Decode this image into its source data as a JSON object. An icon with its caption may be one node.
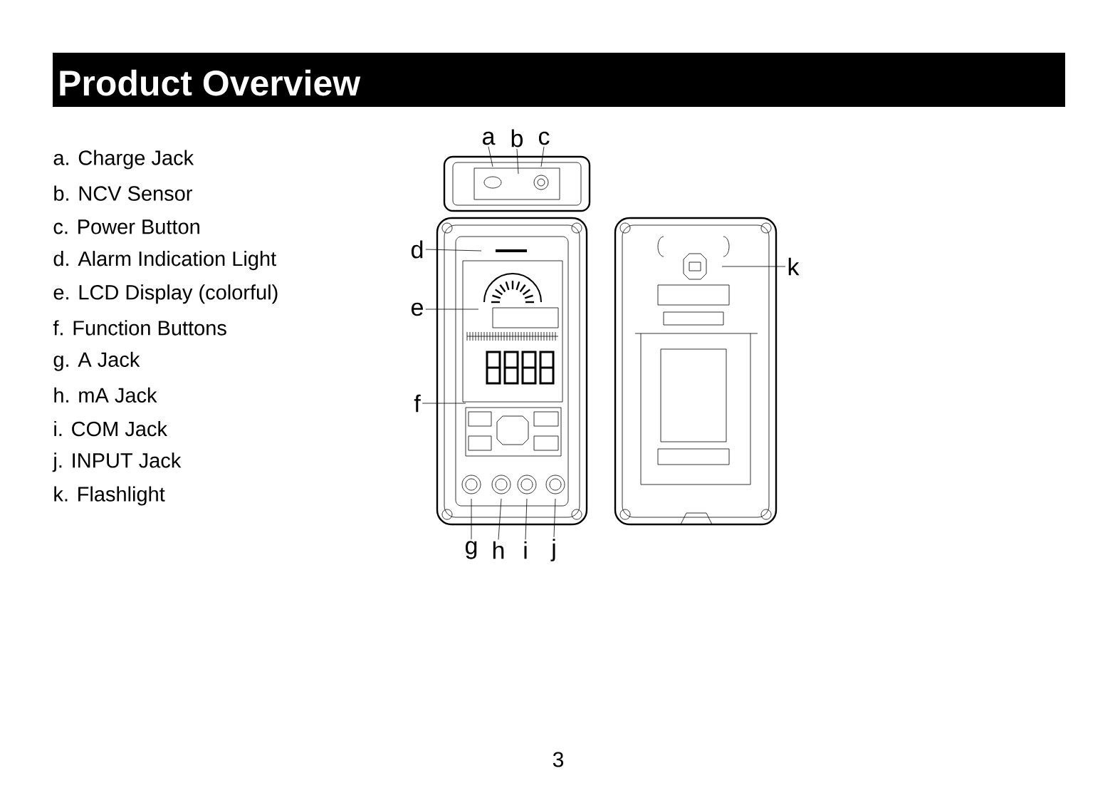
{
  "diagram": {
    "title": "Product Overview",
    "nodes": [
      {
        "text": [
          "a"
        ]
      },
      {
        "text": [
          "b"
        ]
      },
      {
        "text": [
          "c"
        ]
      },
      {
        "text": [
          "d"
        ]
      },
      {
        "text": [
          "e"
        ]
      },
      {
        "text": [
          "f"
        ]
      },
      {
        "text": [
          "g"
        ]
      },
      {
        "text": [
          "h"
        ]
      },
      {
        "text": [
          "i"
        ]
      },
      {
        "text": [
          "j"
        ]
      },
      {
        "text": [
          "k"
        ]
      }
    ],
    "edges": [
      {
        "from": 0,
        "to": null,
        "arrow": "none"
      },
      {
        "from": 1,
        "to": null,
        "arrow": "none"
      },
      {
        "from": 2,
        "to": null,
        "arrow": "none"
      },
      {
        "from": 3,
        "to": null,
        "arrow": "none"
      },
      {
        "from": 4,
        "to": null,
        "arrow": "none"
      },
      {
        "from": 5,
        "to": null,
        "arrow": "none"
      },
      {
        "from": 6,
        "to": null,
        "arrow": "none"
      },
      {
        "from": 7,
        "to": null,
        "arrow": "none"
      },
      {
        "from": 8,
        "to": null,
        "arrow": "none"
      },
      {
        "from": 9,
        "to": null,
        "arrow": "none"
      },
      {
        "from": 10,
        "to": null,
        "arrow": "none"
      }
    ],
    "labels": [
      "a. Charge Jack",
      "b. NCV Sensor",
      "c. Power Button",
      "d. Alarm Indication Light",
      "e. LCD Display (colorful)",
      "f. Function Buttons",
      "g. A Jack",
      "h. mA Jack",
      "i. COM Jack",
      "j. INPUT Jack",
      "k. Flashlight",
      "3"
    ]
  }
}
